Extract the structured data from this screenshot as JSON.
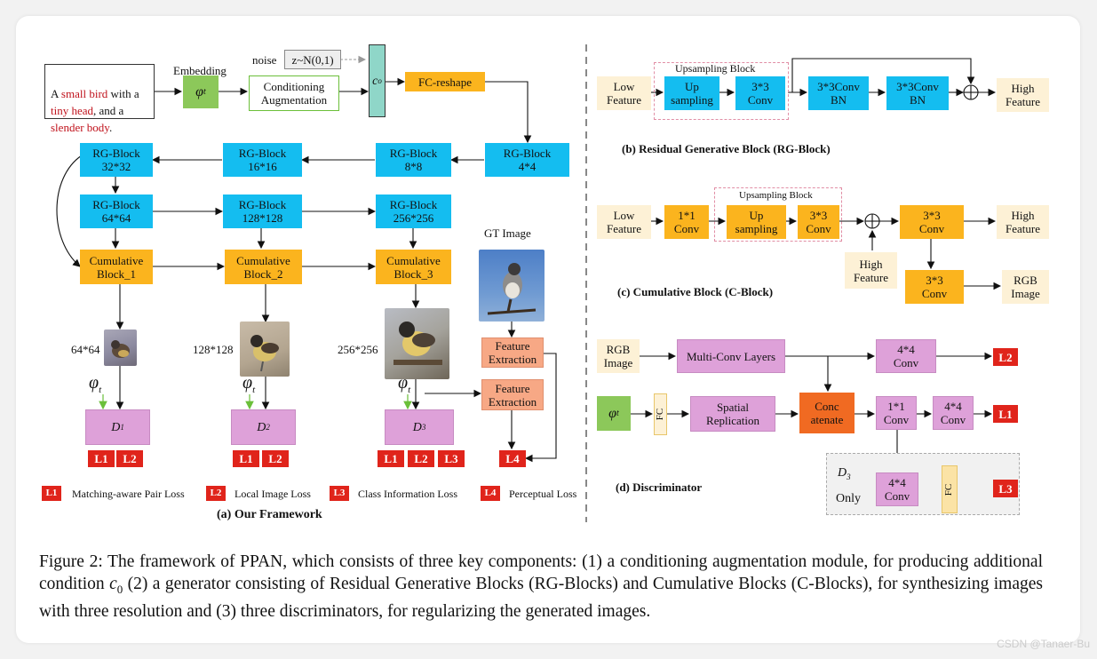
{
  "a": {
    "text_pre": "A ",
    "text_sb": "small bird",
    "text_mid1": " with a",
    "text_th": "tiny head",
    "text_mid2": ", and a",
    "text_sl": "slender body",
    ".": ".",
    "embedding": "Embedding",
    "phi": "φ",
    "phi_sub": "t",
    "noise": "noise",
    "z": "z~N(0,1)",
    "ca": "Conditioning\nAugmentation",
    "c0": "c",
    "c0_sub": "o",
    "fc_reshape": "FC-reshape",
    "rg_4": "RG-Block\n4*4",
    "rg_8": "RG-Block\n8*8",
    "rg_16": "RG-Block\n16*16",
    "rg_32": "RG-Block\n32*32",
    "rg_64": "RG-Block\n64*64",
    "rg_128": "RG-Block\n128*128",
    "rg_256": "RG-Block\n256*256",
    "cb1": "Cumulative\nBlock_1",
    "cb2": "Cumulative\nBlock_2",
    "cb3": "Cumulative\nBlock_3",
    "res64": "64*64",
    "res128": "128*128",
    "res256": "256*256",
    "d": "D",
    "d1": "1",
    "d2": "2",
    "d3": "3",
    "gt": "GT Image",
    "fe": "Feature\nExtraction",
    "l1": "L1",
    "l2": "L2",
    "l3": "L3",
    "l4": "L4",
    "leg1": "Matching-aware Pair Loss",
    "leg2": "Local Image Loss",
    "leg3": "Class Information Loss",
    "leg4": "Perceptual Loss",
    "title": "(a) Our Framework"
  },
  "b": {
    "low": "Low\nFeature",
    "ups_title": "Upsampling Block",
    "ups": "Up\nsampling",
    "conv33": "3*3\nConv",
    "convbn": "3*3Conv\nBN",
    "high": "High\nFeature",
    "title": "(b) Residual Generative Block (RG-Block)"
  },
  "c": {
    "low": "Low\nFeature",
    "conv11": "1*1\nConv",
    "ups_title": "Upsampling Block",
    "ups": "Up\nsampling",
    "conv33": "3*3\nConv",
    "high": "High\nFeature",
    "rgb": "RGB\nImage",
    "title": "(c) Cumulative Block (C-Block)"
  },
  "d": {
    "rgb": "RGB\nImage",
    "multi": "Multi-Conv Layers",
    "conv44": "4*4\nConv",
    "fc": "FC",
    "spatial": "Spatial\nReplication",
    "concat": "Conc\natenate",
    "conv11": "1*1\nConv",
    "d3only_d": "D",
    "d3only_sub": "3",
    "only": "Only",
    "title": "(d) Discriminator"
  },
  "caption": {
    "p1": "Figure 2: The framework of PPAN, which consists of three key components: (1) a conditioning augmentation module, for producing additional condition ",
    "c0": "c",
    "c0_sub": "0",
    "p2": " (2) a generator consisting of Residual Generative Blocks (RG-Blocks) and Cumulative Blocks (C-Blocks), for synthesizing images with three resolution and (3) three discriminators, for regularizing the generated images."
  },
  "watermark": "CSDN @Tanaer-Bu",
  "colors": {
    "blue": "#14bdf0",
    "orange": "#fbb41e",
    "cream": "#fdf1d6",
    "pink": "#dea1d9",
    "green": "#8cc85a",
    "salmon": "#f7a885",
    "red": "#e0241b",
    "teal": "#8fd6c8",
    "highlight": "#c0121c"
  }
}
